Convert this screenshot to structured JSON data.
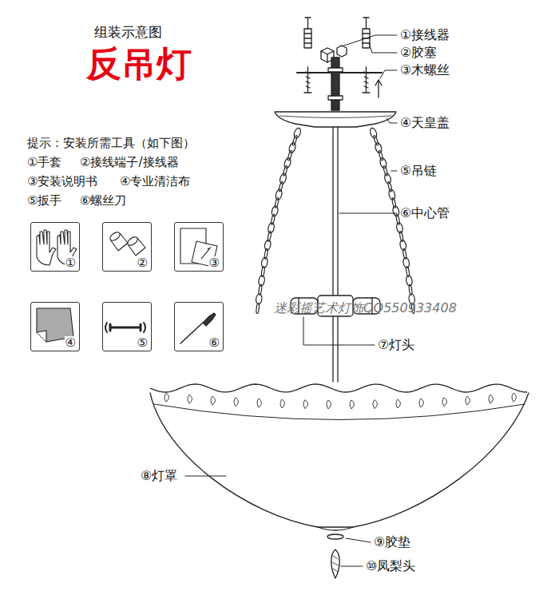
{
  "diagram": {
    "title": "反吊灯",
    "nodes": [
      {
        "text": [
          "①"
        ]
      },
      {
        "text": [
          "②"
        ]
      },
      {
        "text": [
          "③"
        ]
      },
      {
        "text": [
          "④"
        ]
      },
      {
        "text": [
          "⑤"
        ]
      },
      {
        "text": [
          "⑥"
        ]
      }
    ],
    "labels": [
      "组装示意图",
      "提示：安装所需工具（如下图）",
      "①手套",
      "②接线端子/接线器",
      "③安装说明书",
      "④专业清洁布",
      "⑤扳手",
      "⑥螺丝刀",
      "①接线器",
      "②胶塞",
      "③木螺丝",
      "④天皇盖",
      "⑤吊链",
      "⑥中心管",
      "⑦灯头",
      "⑧灯罩",
      "⑨胶垫",
      "⑩凤梨头",
      "迷彩摇艺术灯饰QQ550933408"
    ]
  }
}
